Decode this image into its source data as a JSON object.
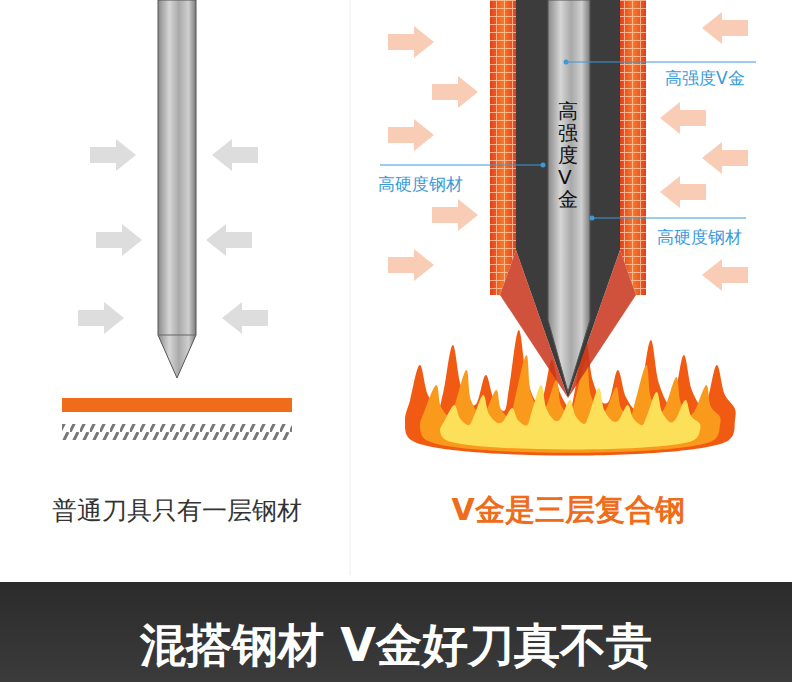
{
  "diagram": {
    "nodes": [
      {
        "text": [
          "高强度V金"
        ]
      }
    ],
    "labels": [
      "高强度V金",
      "高硬度钢材",
      "高硬度钢材",
      "普通刀具只有一层钢材",
      "V金是三层复合钢",
      "混搭钢材 V金好刀真不贵"
    ]
  }
}
